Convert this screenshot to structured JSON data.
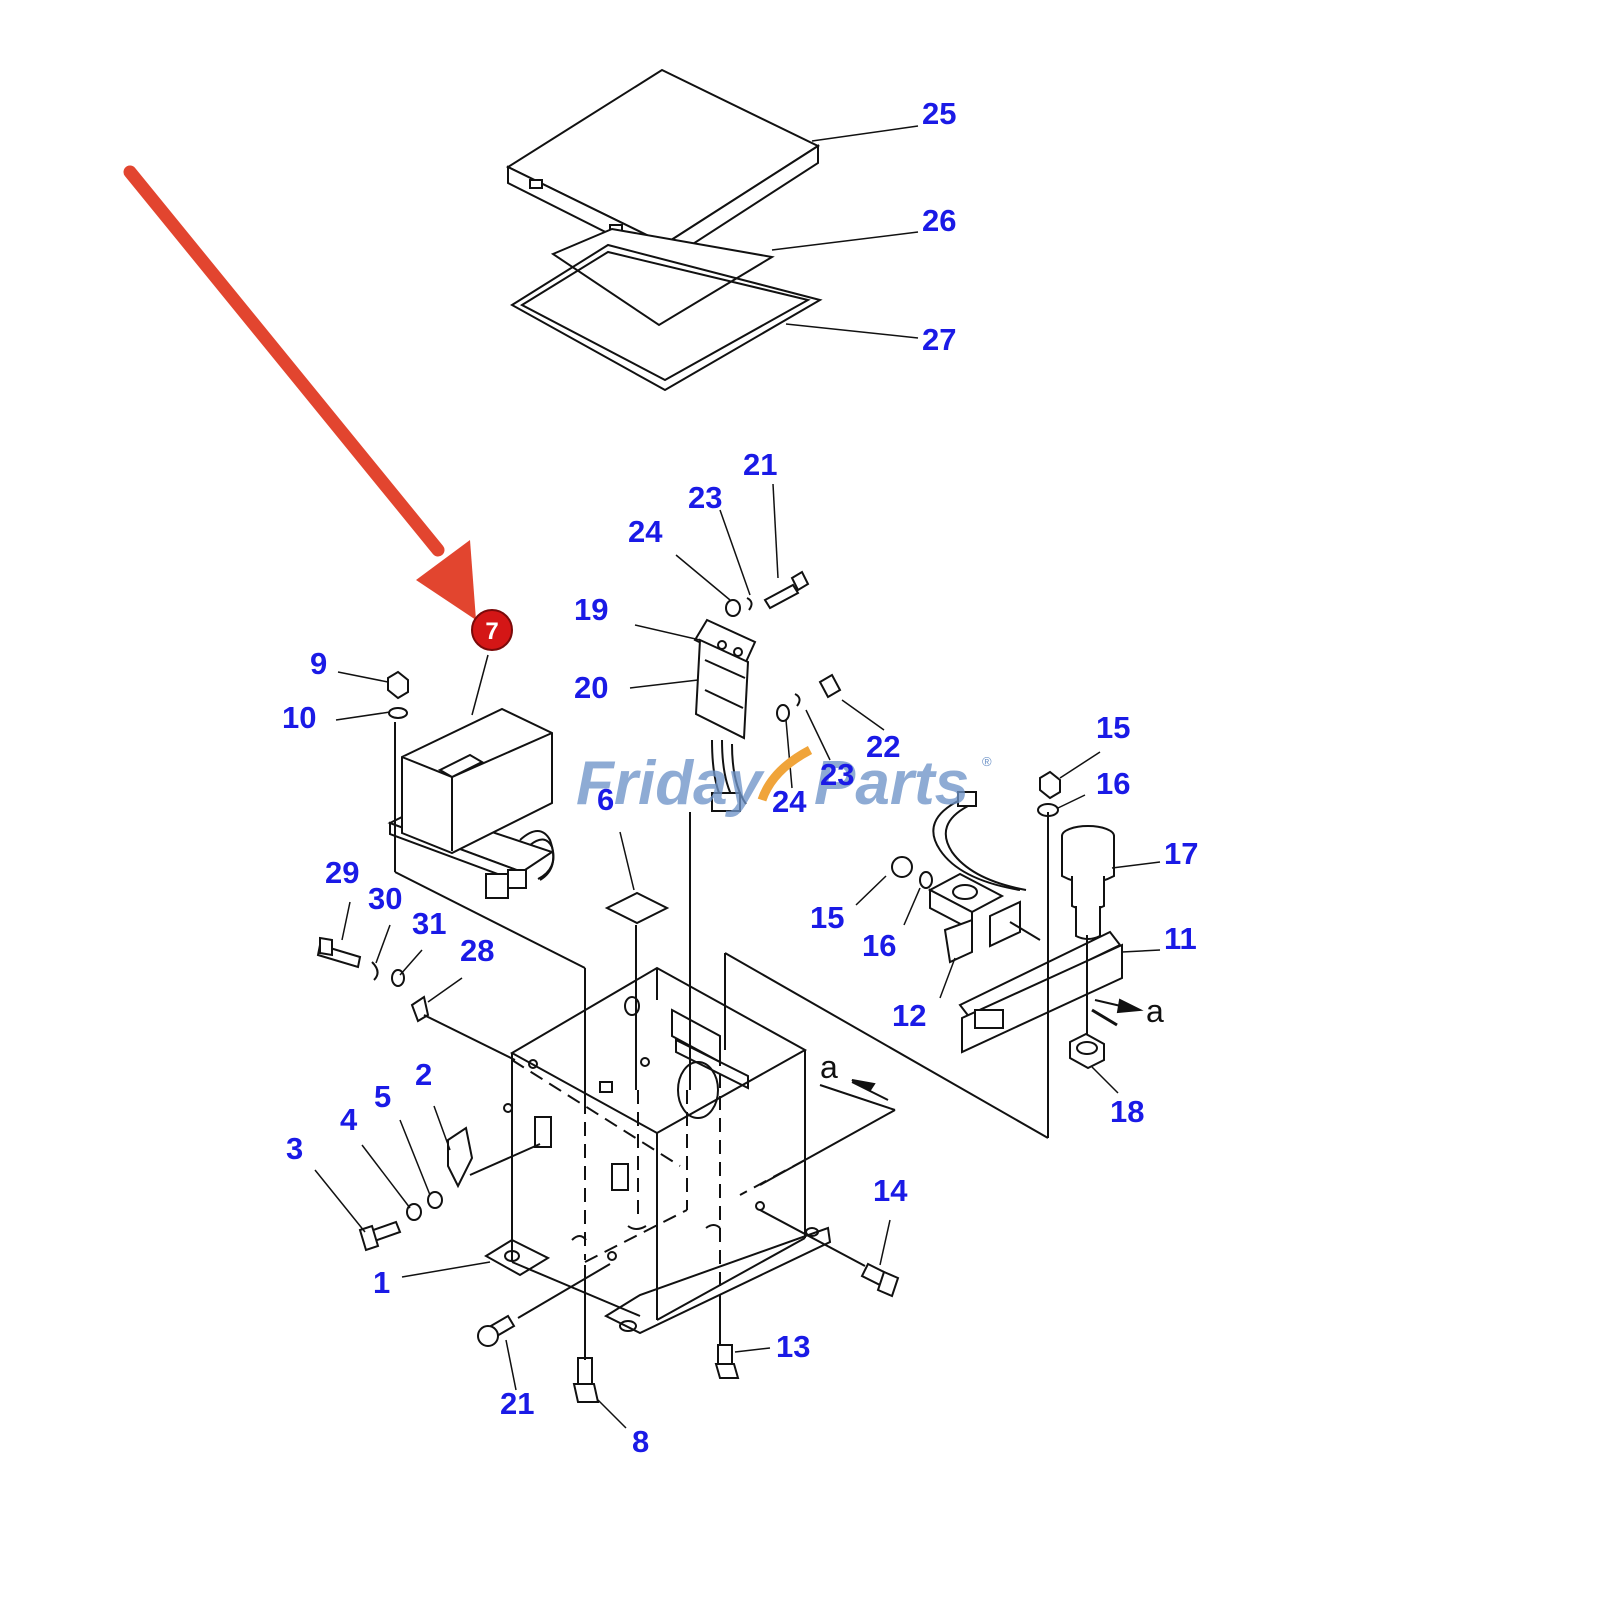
{
  "colors": {
    "label": "#1a1ae6",
    "arrow": "#e2452f",
    "badge": "#d41616",
    "line": "#111111",
    "watermark_blue": "#6f94c8",
    "watermark_orange": "#f0a43a"
  },
  "highlighted_part": "7",
  "watermark": {
    "text_left": "Friday",
    "text_right": "Parts",
    "mark": "®"
  },
  "direction_letters": [
    "a",
    "a"
  ],
  "labels": [
    "25",
    "26",
    "27",
    "21",
    "23",
    "24",
    "19",
    "20",
    "22",
    "23",
    "24",
    "6",
    "9",
    "10",
    "15",
    "16",
    "17",
    "15",
    "16",
    "11",
    "12",
    "18",
    "29",
    "30",
    "31",
    "28",
    "2",
    "5",
    "4",
    "3",
    "1",
    "14",
    "13",
    "21",
    "8"
  ]
}
